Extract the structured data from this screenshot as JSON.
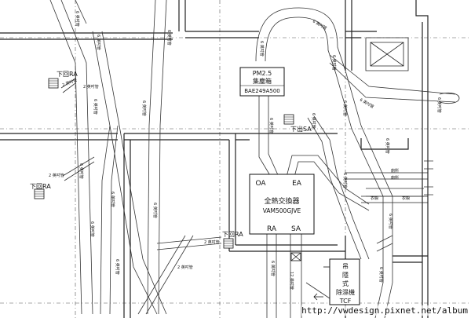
{
  "labels": {
    "pm25_title": "PM2.5",
    "pm25_sub": "集塵箱",
    "pm25_model": "BAE249A500",
    "hx_oa": "OA",
    "hx_ea": "EA",
    "hx_title": "全熱交換器",
    "hx_model": "VAM500GJVE",
    "hx_ra": "RA",
    "hx_sa": "SA",
    "ra1": "下回RA",
    "ra2": "下回RA",
    "ra3": "下回RA",
    "sa1": "下出SA",
    "dehum_1": "吊",
    "dehum_2": "隱",
    "dehum_3": "式",
    "dehum_4": "除濕機",
    "dehum_5": "TCF",
    "pipe_6": "6 英吋管",
    "pipe_2": "2 英吋管",
    "pipe_12": "12 英吋管",
    "vent_a": "廁所",
    "vent_b": "廁所",
    "vent_c": "衣櫥",
    "vent_d": "衣櫥"
  },
  "watermark": "http://vwdesign.pixnet.net/album"
}
